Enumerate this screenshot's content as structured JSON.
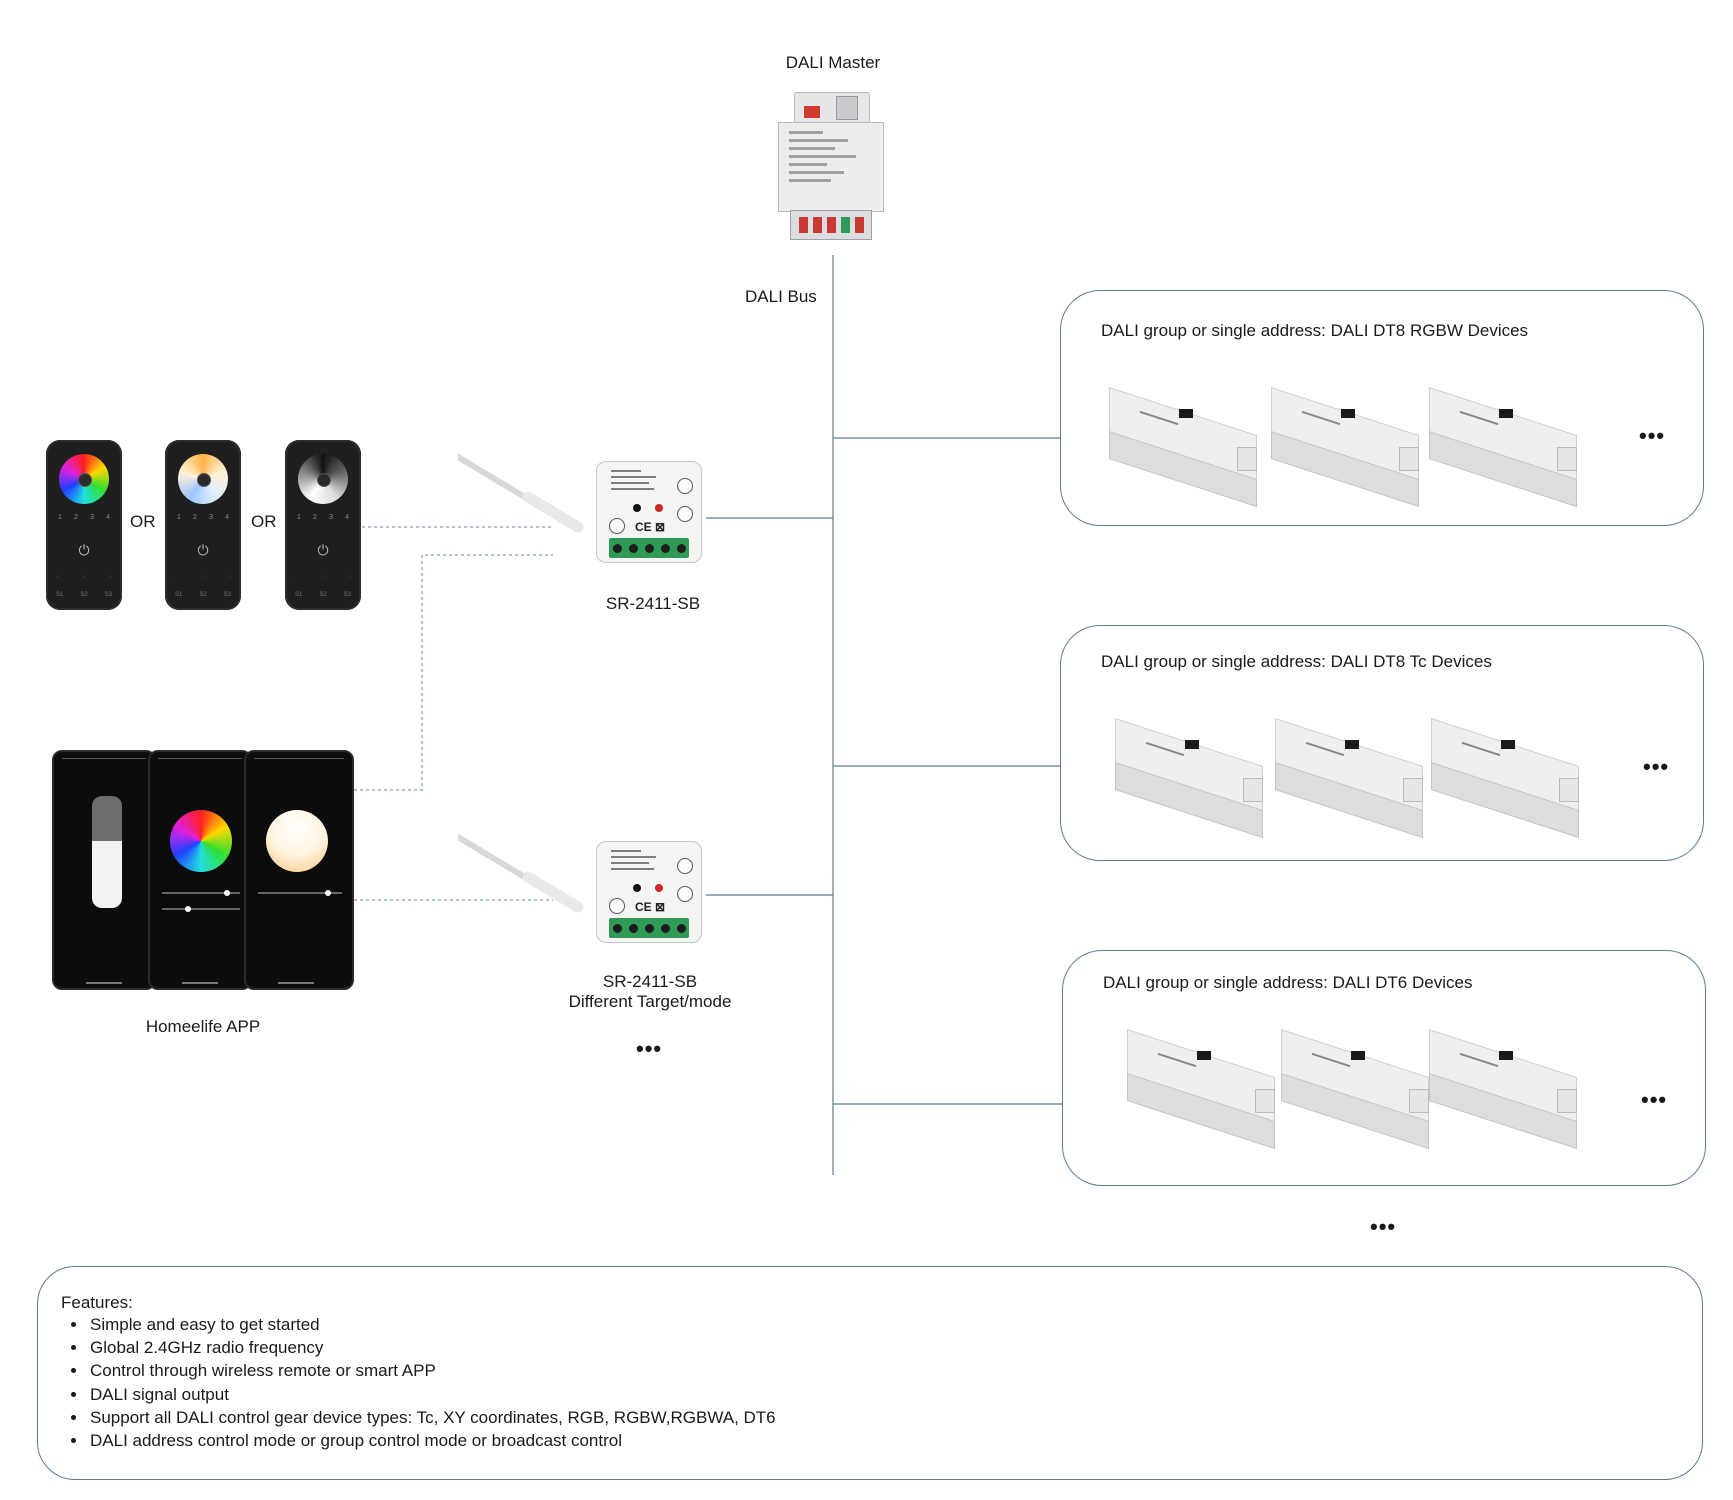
{
  "master": {
    "label": "DALI Master",
    "bus_label": "DALI Bus"
  },
  "remotes": {
    "or_label": "OR"
  },
  "app": {
    "label": "Homeelife APP"
  },
  "controllers": [
    {
      "label": "SR-2411-SB",
      "sub_label": ""
    },
    {
      "label": "SR-2411-SB",
      "sub_label": "Different Target/mode"
    }
  ],
  "more_controllers": "•••",
  "groups": [
    {
      "title": "DALI group or single address: DALI DT8 RGBW Devices",
      "more": "•••"
    },
    {
      "title": "DALI group or single address: DALI DT8 Tc Devices",
      "more": "•••"
    },
    {
      "title": "DALI group or single address: DALI DT6 Devices",
      "more": "•••"
    }
  ],
  "more_groups": "•••",
  "features": {
    "heading": "Features:",
    "items": [
      "Simple and easy to get started",
      "Global 2.4GHz radio frequency",
      "Control through wireless remote or smart APP",
      "DALI signal output",
      "Support all DALI control gear device types: Tc, XY coordinates, RGB, RGBW,RGBWA, DT6",
      "DALI address control mode or group control mode or broadcast control"
    ]
  },
  "colors": {
    "bus_line": "#5e7a93",
    "panel_border": "#5e7a93",
    "terminal_green": "#2f9a55"
  },
  "icons": [
    "din-rail-controller-icon",
    "rgb-remote-icon",
    "cct-remote-icon",
    "dimming-remote-icon",
    "smartphone-app-icon",
    "receiver-module-icon",
    "led-driver-icon"
  ]
}
